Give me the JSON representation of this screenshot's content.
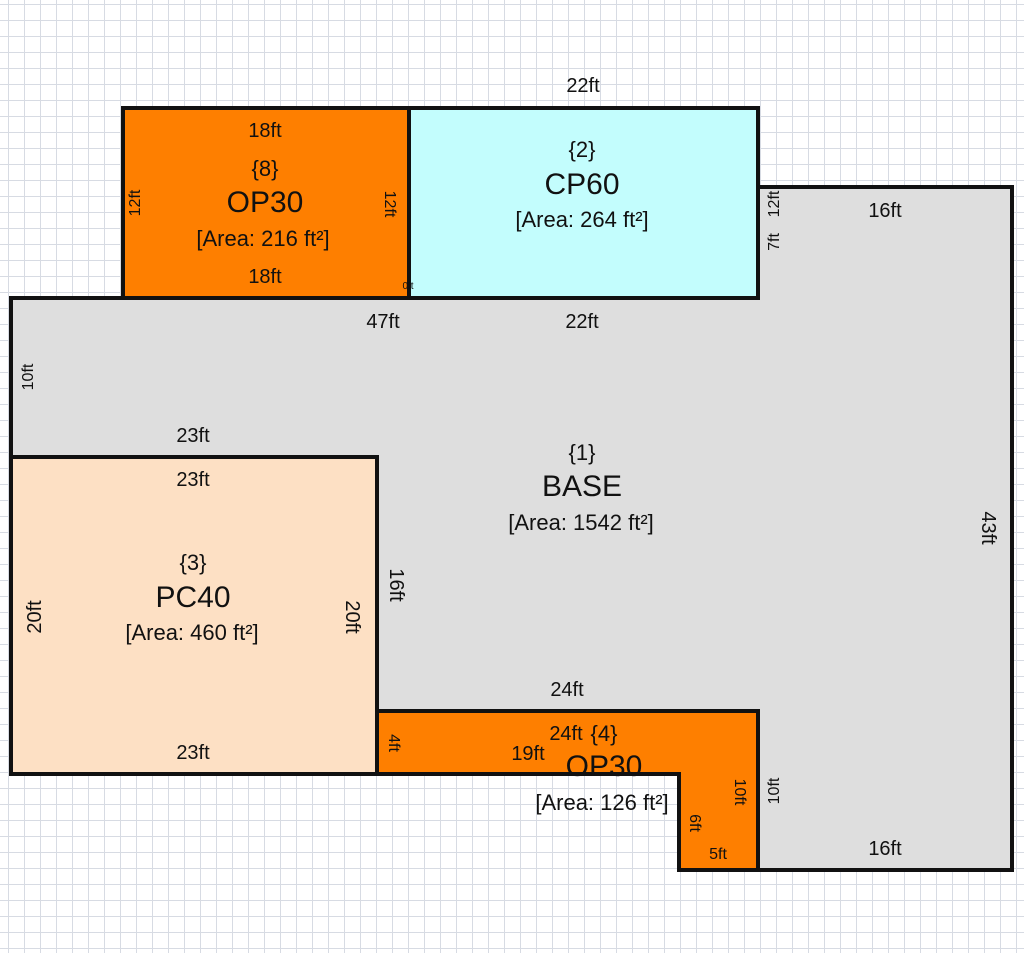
{
  "colors": {
    "base": "#dedede",
    "porch_orange": "#fe7f00",
    "carport": "#c3fdfd",
    "patio": "#fde0c4",
    "outline": "#111111",
    "grid": "#d7dbe3"
  },
  "areas": {
    "base": {
      "id": "{1}",
      "name": "BASE",
      "area": "[Area: 1542 ft²]"
    },
    "op30_top": {
      "id": "{8}",
      "name": "OP30",
      "area": "[Area: 216 ft²]"
    },
    "cp60": {
      "id": "{2}",
      "name": "CP60",
      "area": "[Area: 264 ft²]"
    },
    "pc40": {
      "id": "{3}",
      "name": "PC40",
      "area": "[Area: 460 ft²]"
    },
    "op30_bottom": {
      "id": "{4}",
      "name": "OP30",
      "area": "[Area: 126 ft²]"
    }
  },
  "dimensions": {
    "top_22": "22ft",
    "op_top_18": "18ft",
    "op_bottom_18": "18ft",
    "op_left_12": "12ft",
    "op_right_12": "12ft",
    "op_0": "0ft",
    "cp_right_12": "12ft",
    "cp_right_7": "7ft",
    "base_top_16": "16ft",
    "base_top_47": "47ft",
    "base_top_22": "22ft",
    "base_left_10": "10ft",
    "base_mid_23": "23ft",
    "pc_top_23": "23ft",
    "pc_left_20": "20ft",
    "pc_right_20": "20ft",
    "pc_bottom_23": "23ft",
    "base_16_vertical": "16ft",
    "base_right_43": "43ft",
    "base_24": "24ft",
    "op4_24": "24ft",
    "op4_19": "19ft",
    "op4_4": "4ft",
    "op4_10": "10ft",
    "op4_6": "6ft",
    "op4_5": "5ft",
    "base_10_vertical": "10ft",
    "base_bottom_16": "16ft"
  }
}
